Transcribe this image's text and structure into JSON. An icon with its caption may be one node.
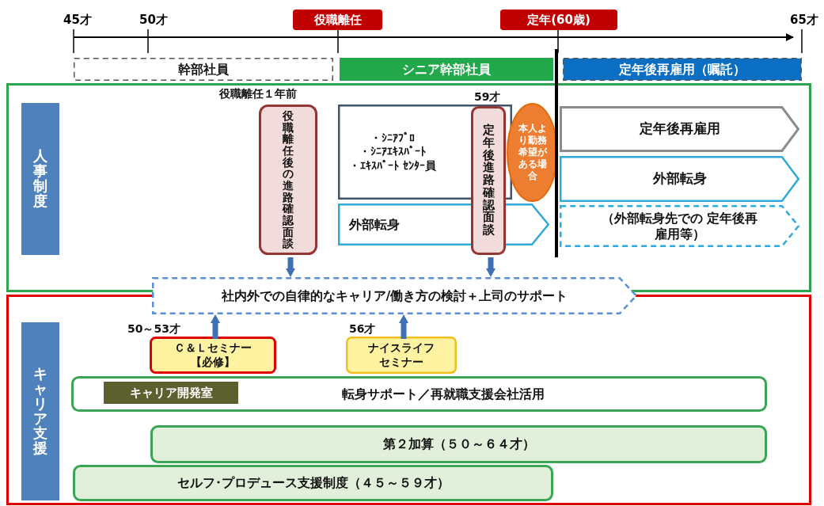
{
  "diagram": {
    "nodes": [
      {
        "text": [
          "幹部社員"
        ]
      },
      {
        "text": [
          "シニア幹部社員"
        ]
      },
      {
        "text": [
          "定年後再雇用（嘱託）"
        ]
      },
      {
        "text": [
          "役職離任"
        ]
      },
      {
        "text": [
          "定年(60歳)"
        ]
      },
      {
        "text": [],
        "shape": "box"
      },
      {
        "text": [
          "人事制度"
        ],
        "in": 5
      },
      {
        "text": [
          "役職離任後の進路確認面談"
        ],
        "in": 5,
        "beside": [
          "役職離任１年前"
        ]
      },
      {
        "text": [
          "・ｼﾆｱﾌﾟﾛ",
          "・ｼﾆｱｴｷｽﾊﾟｰﾄ",
          "・ｴｷｽﾊﾟｰﾄ ｾﾝﾀｰ員"
        ],
        "in": 5
      },
      {
        "text": [
          "外部転身"
        ],
        "in": 5
      },
      {
        "text": [
          "定年後進路確認面談"
        ],
        "in": 5,
        "beside": [
          "59才"
        ]
      },
      {
        "text": [
          "本人より勤務希望がある場合"
        ],
        "in": 5
      },
      {
        "text": [
          "定年後再雇用"
        ],
        "in": 5
      },
      {
        "text": [
          "外部転身"
        ],
        "in": 5
      },
      {
        "text": [
          "（外部転身先での 定年後再雇用等）"
        ],
        "in": 5
      },
      {
        "text": [
          "社内外での自律的なキャリア/働き方の検討＋上司のサポート"
        ]
      },
      {
        "text": [],
        "shape": "box"
      },
      {
        "text": [
          "キャリア支援"
        ],
        "in": 16
      },
      {
        "text": [
          "Ｃ＆Ｌセミナー【必修】"
        ],
        "in": 16,
        "beside": [
          "50～53才"
        ]
      },
      {
        "text": [
          "ナイスライフセミナー"
        ],
        "in": 16,
        "beside": [
          "56才"
        ]
      },
      {
        "text": [
          "転身サポート／再就職支援会社活用"
        ],
        "in": 16
      },
      {
        "text": [
          "キャリア開発室"
        ],
        "in": 20
      },
      {
        "text": [
          "第２加算（５０～６４才）"
        ],
        "in": 16
      },
      {
        "text": [
          "セルフ･プロデュース支援制度（４５～５９才）"
        ],
        "in": 16
      }
    ],
    "edges": [
      {
        "from": 7,
        "to": 15,
        "arrow": "to"
      },
      {
        "from": 10,
        "to": 15,
        "arrow": "to"
      },
      {
        "from": 18,
        "to": 15,
        "arrow": "to"
      },
      {
        "from": 19,
        "to": 15,
        "arrow": "to"
      }
    ],
    "labels": [
      "45才",
      "50才",
      "65才"
    ]
  }
}
